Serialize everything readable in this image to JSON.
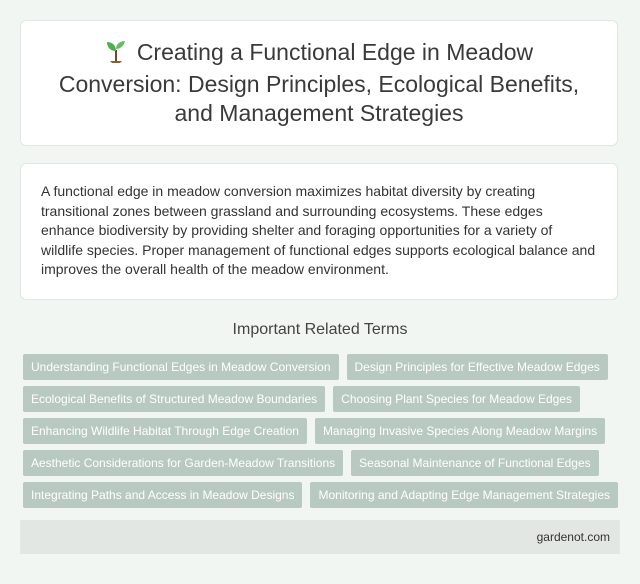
{
  "header": {
    "icon": "sprout-icon",
    "title": "Creating a Functional Edge in Meadow Conversion: Design Principles, Ecological Benefits, and Management Strategies"
  },
  "description": "A functional edge in meadow conversion maximizes habitat diversity by creating transitional zones between grassland and surrounding ecosystems. These edges enhance biodiversity by providing shelter and foraging opportunities for a variety of wildlife species. Proper management of functional edges supports ecological balance and improves the overall health of the meadow environment.",
  "related": {
    "heading": "Important Related Terms",
    "terms": [
      "Understanding Functional Edges in Meadow Conversion",
      "Design Principles for Effective Meadow Edges",
      "Ecological Benefits of Structured Meadow Boundaries",
      "Choosing Plant Species for Meadow Edges",
      "Enhancing Wildlife Habitat Through Edge Creation",
      "Managing Invasive Species Along Meadow Margins",
      "Aesthetic Considerations for Garden-Meadow Transitions",
      "Seasonal Maintenance of Functional Edges",
      "Integrating Paths and Access in Meadow Designs",
      "Monitoring and Adapting Edge Management Strategies"
    ]
  },
  "footer": {
    "site": "gardenot.com"
  },
  "colors": {
    "chip_bg": "#b8c9c2",
    "page_bg": "#f1f6f3",
    "footer_bg": "#e2e7e4"
  }
}
